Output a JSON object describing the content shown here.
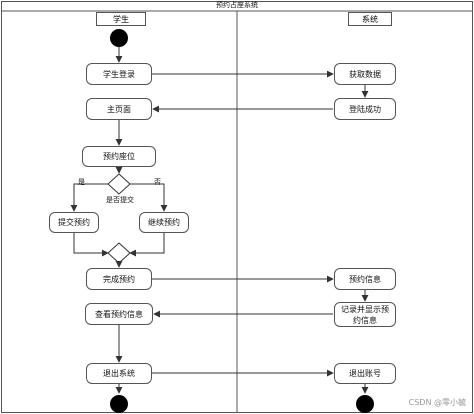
{
  "title": "预约占座系统",
  "lanes": {
    "left": "学生",
    "right": "系统"
  },
  "activities": {
    "student_login": "学生登录",
    "get_data": "获取数据",
    "home": "主页面",
    "login_success": "登陆成功",
    "reserve_seat": "预约座位",
    "submit_reservation": "提交预约",
    "continue_reservation": "继续预约",
    "complete_reservation": "完成预约",
    "reservation_info": "预约信息",
    "view_reservation": "查看预约信息",
    "record_display": "记录并显示预约信息",
    "exit_system": "退出系统",
    "exit_account": "退出账号"
  },
  "decision": {
    "question": "是否提交",
    "yes": "是",
    "no": "否"
  },
  "watermark": "CSDN @零小毓"
}
